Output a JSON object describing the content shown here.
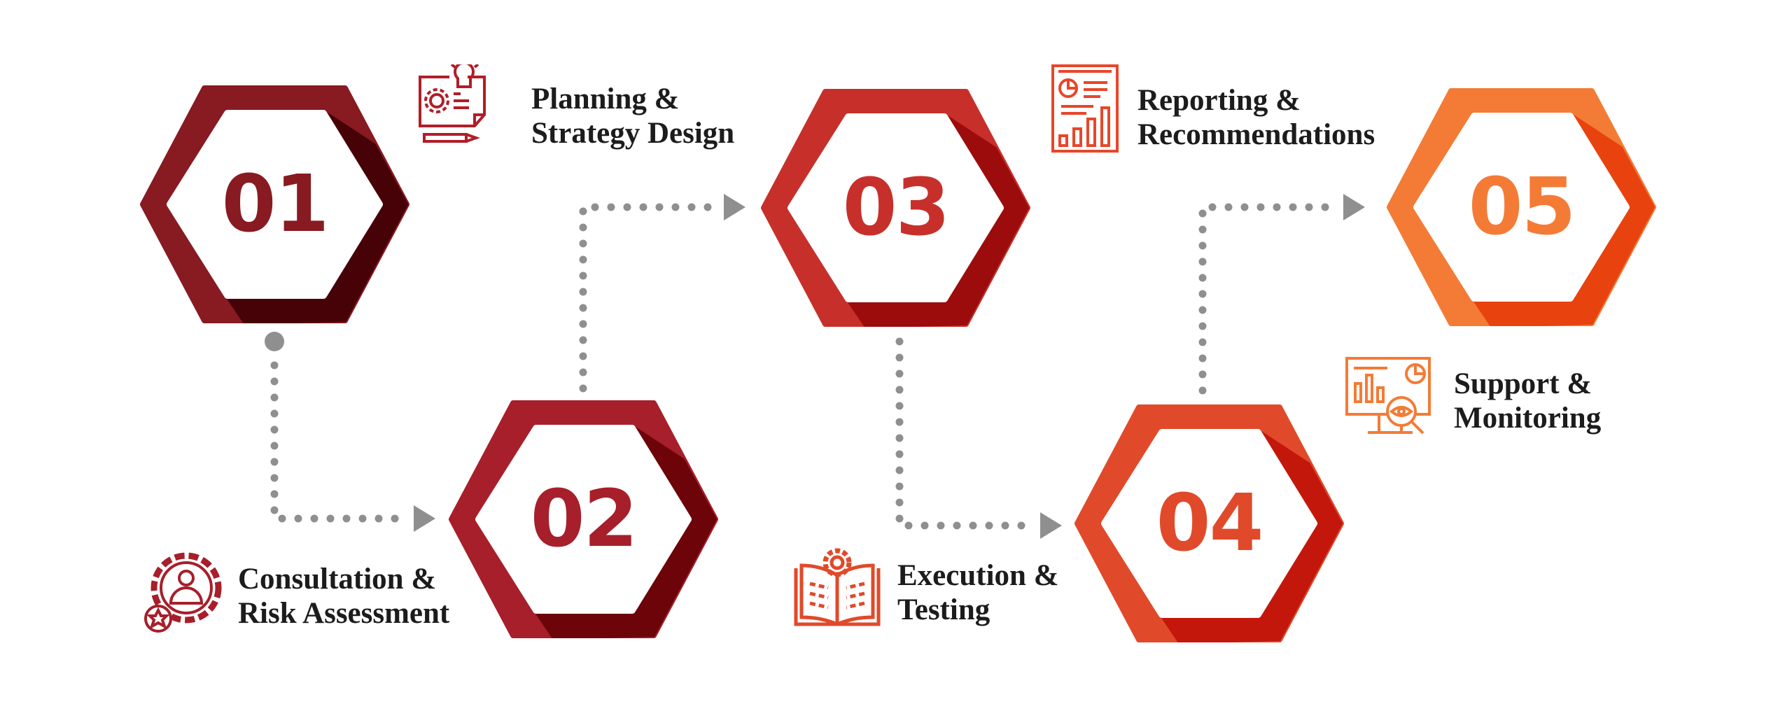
{
  "steps": [
    {
      "number": "01",
      "color": "#881a22",
      "shade": "#470207",
      "title": [
        "Planning &",
        "Strategy Design"
      ],
      "icon": "planning-whiteboard-icon"
    },
    {
      "number": "02",
      "color": "#a61f2a",
      "shade": "#6c0409",
      "title": [
        "Consultation &",
        "Risk Assessment"
      ],
      "icon": "gear-person-icon"
    },
    {
      "number": "03",
      "color": "#c7302a",
      "shade": "#9c0c0c",
      "title": [
        "Execution &",
        "Testing"
      ],
      "icon": "book-gear-icon"
    },
    {
      "number": "04",
      "color": "#e04a2a",
      "shade": "#c4170c",
      "title": [
        "Reporting &",
        "Recommendations"
      ],
      "icon": "report-chart-icon"
    },
    {
      "number": "05",
      "color": "#f47b36",
      "shade": "#e8420f",
      "title": [
        "Support &",
        "Monitoring"
      ],
      "icon": "monitor-eye-icon"
    }
  ],
  "connector_color": "#8f8f8f"
}
